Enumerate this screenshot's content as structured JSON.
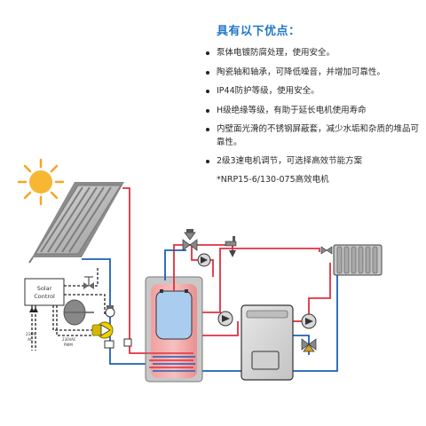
{
  "features": {
    "title": "具有以下优点：",
    "items": [
      "泵体电镀防腐处理，使用安全。",
      "陶瓷轴和轴承，可降低噪音，并增加可靠性。",
      "IP44防护等级，使用安全。",
      "H级绝缘等级，有助于延长电机使用寿命",
      "内壁面光滑的不锈钢屏蔽套，减少水垢和杂质的堆品可靠性。",
      "2级3速电机调节，可选择高效节能方案"
    ],
    "note": "*NRP15-6/130-075高效电机"
  },
  "diagram": {
    "controller_label_line1": "Solar",
    "controller_label_line2": "Control",
    "voltage_label_line1": "230V",
    "voltage_label_line2": "AC",
    "pump_signal_line1": "230VAC",
    "pump_signal_line2": "PWM"
  },
  "colors": {
    "title_blue": "#1f77c8",
    "hot_pipe": "#e03040",
    "cold_pipe": "#1e5fb8",
    "sun": "#f5a623",
    "pump_body": "#f0d000"
  }
}
